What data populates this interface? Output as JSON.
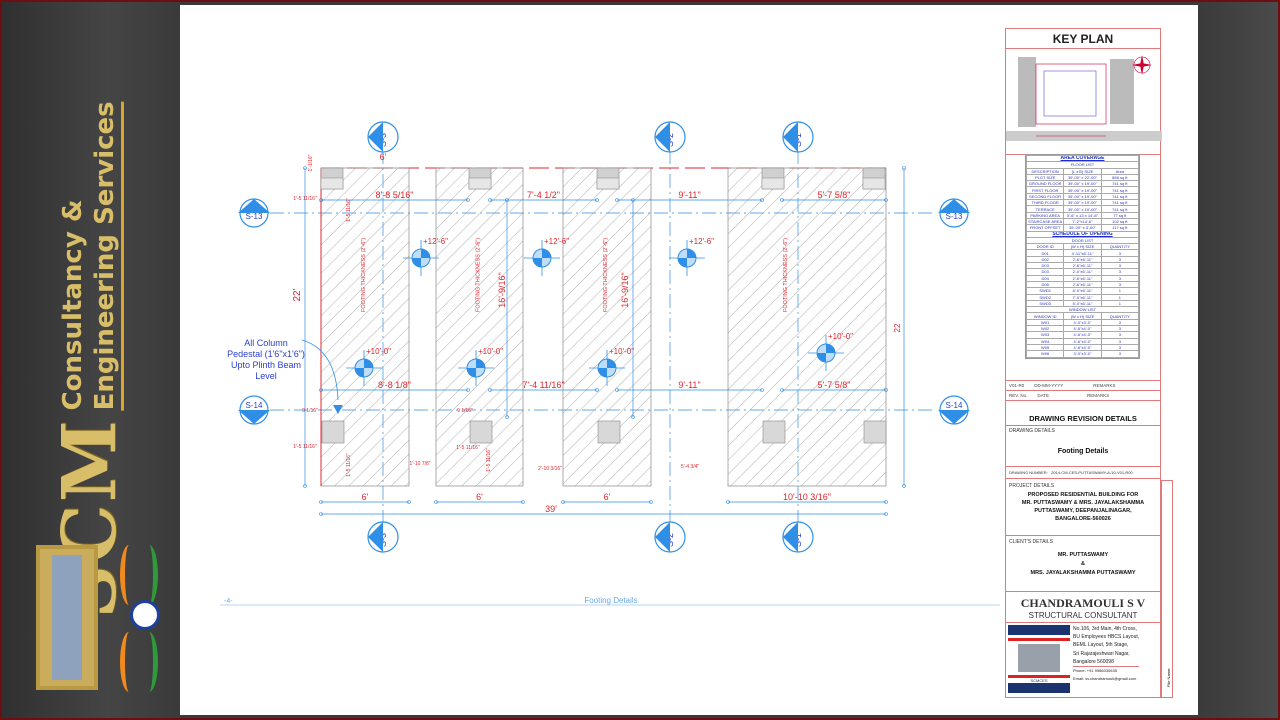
{
  "brand": {
    "letters": "SCM",
    "line1": "Consultancy &",
    "line2": "Engineering Services",
    "logo_text": "SCM CONSULTANCY & ENGINEERING SERVICES"
  },
  "drawing": {
    "grid_top": [
      "S-3",
      "S-2",
      "S-1"
    ],
    "grid_bottom": [
      "S-3",
      "S-2",
      "S-1"
    ],
    "grid_left": [
      "S-13",
      "S-14"
    ],
    "grid_right": [
      "S-13",
      "S-14"
    ],
    "footing_label": "FOOTING THICKNESS (2'-6\")",
    "levels_top": [
      "+12'-6\"",
      "+12'-6\"",
      "+12'-6\""
    ],
    "levels_bottom": [
      "+10'-0\"",
      "+10'-0\"",
      "+10'-0\"",
      "+10'-0\""
    ],
    "dims_top": [
      "8'-8 5/16\"",
      "7'-4 1/2\"",
      "9'-11\"",
      "5'-7 5/8\""
    ],
    "dims_bottom": [
      "8'-8 1/8\"",
      "7'-4 11/16\"",
      "9'-11\"",
      "5'-7 5/8\""
    ],
    "widths": [
      "6'",
      "6'",
      "6'",
      "10'-10 3/16\""
    ],
    "total": "39'",
    "height_left": "22'",
    "height_right": "22",
    "span": [
      "16'-9/16\"",
      "16'-9/16\""
    ],
    "small": [
      "6'",
      "1'-1/16\"",
      "1'-5 11/16\"",
      "1'-5 11/16\"",
      "9 1/16\"",
      "1'-5 11/16\"",
      "1'-5 11/16\"",
      "9 1/16\"",
      "1'-5 11/16\"",
      "1'-10 7/8\"",
      "1'-5 11/16\"",
      "2'-10 3/16\"",
      "5'-4 3/4\""
    ],
    "note": [
      "All Column",
      "Pedestal (1'6\"x1'6\")",
      "Upto Plinth Beam",
      "Level"
    ],
    "page_no": "-4-",
    "caption": "Footing Details"
  },
  "titleblock": {
    "key_plan": "KEY PLAN",
    "area_title": "AREA COVERAGE",
    "floor_list": "FLOOR LIST",
    "area_head": [
      "DESCRIPTION",
      "(L x B) SIZE",
      "Area"
    ],
    "area_rows": [
      [
        "PLOT SIZE",
        "39'-00\" x 22'-00\"",
        "858 sq ft"
      ],
      [
        "GROUND FLOOR",
        "39'-00\" x 19'-00\"",
        "741 sq ft"
      ],
      [
        "FIRST FLOOR",
        "39'-00\" x 19'-00\"",
        "741 sq ft"
      ],
      [
        "SECOND FLOOR",
        "39'-00\" x 19'-00\"",
        "741 sq ft"
      ],
      [
        "THIRD FLOOR",
        "39'-00\" x 19'-00\"",
        "741 sq ft"
      ],
      [
        "TERRACE",
        "39'-00\" x 19'-00\"",
        "741 sq ft"
      ],
      [
        "PARKING AREA",
        "5'-6\" x 13 x 14'-8\"",
        "77 sq ft"
      ],
      [
        "STAIRCASE AREA",
        "7'-2\"x14'-6\"",
        "102 sq ft"
      ],
      [
        "FRONT OFFSET",
        "39'-00\" x 3'-00\"",
        "117 sq ft"
      ]
    ],
    "opening_title": "SCHEDULE OF OPENING",
    "door_list": "DOOR LIST",
    "door_head": [
      "DOOR ID",
      "(W x H) SIZE",
      "QUANTITY"
    ],
    "door_rows": [
      [
        "D01",
        "4'-11\"x6'-11\"",
        "3"
      ],
      [
        "D02",
        "2'-6\"x6'-11\"",
        "3"
      ],
      [
        "D03",
        "2'-6\"x6'-11\"",
        "3"
      ],
      [
        "D03",
        "2'-0\"x6'-11\"",
        "3"
      ],
      [
        "D04",
        "2'-6\"x6'-11\"",
        "3"
      ],
      [
        "D05",
        "2'-6\"x6'-11\"",
        "3"
      ],
      [
        "SWD1",
        "6'-0\"x6'-11\"",
        "1"
      ],
      [
        "SWD2",
        "7'-0\"x6'-11\"",
        "1"
      ],
      [
        "SWD3",
        "5'-0\"x6'-11\"",
        "1"
      ]
    ],
    "window_list": "WINDOW LIST",
    "window_head": [
      "WINDOW ID",
      "(W x H) SIZE",
      "QUANTITY"
    ],
    "window_rows": [
      [
        "W01",
        "4'-0\"x3'-0\"",
        "3"
      ],
      [
        "W02",
        "4'-6\"x4'-0\"",
        "3"
      ],
      [
        "W03",
        "4'-6\"x4'-0\"",
        "3"
      ],
      [
        "W04",
        "4'-6\"x4'-0\"",
        "3"
      ],
      [
        "W05",
        "4'-6\"x4'-0\"",
        "3"
      ],
      [
        "W06",
        "3'-0\"x3'-0\"",
        "3"
      ]
    ],
    "rev_row1": [
      "V01-R0",
      "DD-MM-YYYY",
      "REMARKS"
    ],
    "rev_row2": [
      "REV. No.",
      "DATE",
      "REMARKS"
    ],
    "rev_title": "DRAWING REVISION DETAILS",
    "drawing_details_label": "DRAWING DETAILS",
    "drawing_title": "Footing Details",
    "drawing_number_label": "DRAWING NUMBER:",
    "drawing_number": "2014-CM-CES-PUTTASWAMY-A-10-V01-R00",
    "project_label": "PROJECT DETAILS",
    "project": [
      "PROPOSED RESIDENTIAL BUILDING FOR",
      "MR. PUTTASWAMY & MRS. JAYALAKSHAMMA",
      "PUTTASWAMY, DEEPANJALINAGAR,",
      "BANGALORE-560026"
    ],
    "client_label": "CLIENT'S DETAILS",
    "client": [
      "MR. PUTTASWAMY",
      "&",
      "MRS. JAYALAKSHAMMA PUTTASWAMY"
    ],
    "consultant": "CHANDRAMOULI S V",
    "consultant_role": "STRUCTURAL CONSULTANT",
    "address": [
      "No.106, 3rd Main, 4th Cross,",
      "BU Employees HBCS Layout,",
      "BEML Layout, 5th Stage,",
      "Sri Rajarajeshwari Nagar,",
      "Bangalore 560098"
    ],
    "phone": "Phone: +91 9986030635",
    "email": "Email: sv.chandramouli@gmail.com",
    "file_name": "File Name:",
    "logo_caption": "SCMCES"
  },
  "colors": {
    "grid": "#2f8fe6",
    "dim": "#e0262e",
    "hatch": "#999999",
    "frame": "#6b0f14",
    "gold": "#d9be6a"
  }
}
